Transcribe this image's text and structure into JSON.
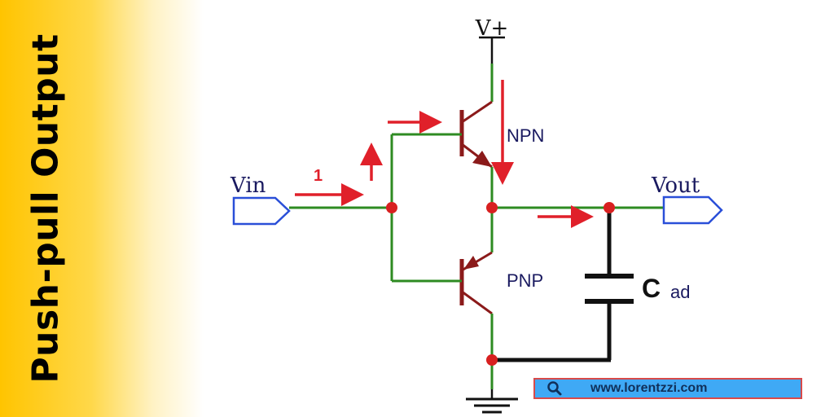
{
  "banner": {
    "title": "Push-pull Output",
    "color": "#ffc400"
  },
  "circuit": {
    "supply_label": "V+",
    "input_label": "Vin",
    "output_label": "Vout",
    "input_arrow_label": "1",
    "npn_label": "NPN",
    "pnp_label": "PNP",
    "capacitor_label_main": "C",
    "capacitor_label_sub": "ad",
    "wire_color": "#2e8b22",
    "device_color": "#8b1a1a",
    "arrow_color": "#e0202a",
    "node_color": "#d82020",
    "port_color": "#2a4fd8"
  },
  "website": {
    "url": "www.lorentzzi.com",
    "icon": "search-icon",
    "background": "#3fa9f5"
  }
}
